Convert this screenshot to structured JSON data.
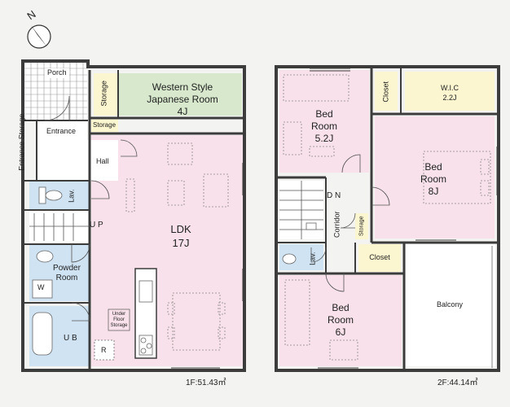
{
  "compass": {
    "letter": "N"
  },
  "floor1": {
    "area_label": "1F:51.43㎡",
    "rooms": {
      "porch": "Porch",
      "entrance": "Entrance",
      "entrance_storage": "Entrance Storage",
      "storage_small": "Storage",
      "storage_vertical": "Storage",
      "western_line1": "Western Style",
      "western_line2": "Japanese Room",
      "western_size": "4J",
      "hall": "Hall",
      "lav": "Lav.",
      "up": "U P",
      "ldk": "LDK",
      "ldk_size": "17J",
      "powder_line1": "Powder",
      "powder_line2": "Room",
      "washer": "W",
      "ub": "U B",
      "underfloor_line1": "Under",
      "underfloor_line2": "Floor",
      "underfloor_line3": "Storage",
      "fridge": "R"
    }
  },
  "floor2": {
    "area_label": "2F:44.14㎡",
    "rooms": {
      "bed1_line1": "Bed",
      "bed1_line2": "Room",
      "bed1_size": "5.2J",
      "closet1": "Closet",
      "wic": "W.I.C",
      "wic_size": "2.2J",
      "bed2_line1": "Bed",
      "bed2_line2": "Room",
      "bed2_size": "8J",
      "dn": "D N",
      "corridor": "Corridor",
      "storage": "Storage",
      "lav": "Lav.",
      "closet2": "Closet",
      "bed3_line1": "Bed",
      "bed3_line2": "Room",
      "bed3_size": "6J",
      "balcony": "Balcony"
    }
  },
  "colors": {
    "pink": "#f8e1ea",
    "green": "#d7e8cc",
    "yellow": "#fbf6cf",
    "blue": "#cfe3f3",
    "white": "#ffffff",
    "wall": "#3c3c3c"
  }
}
